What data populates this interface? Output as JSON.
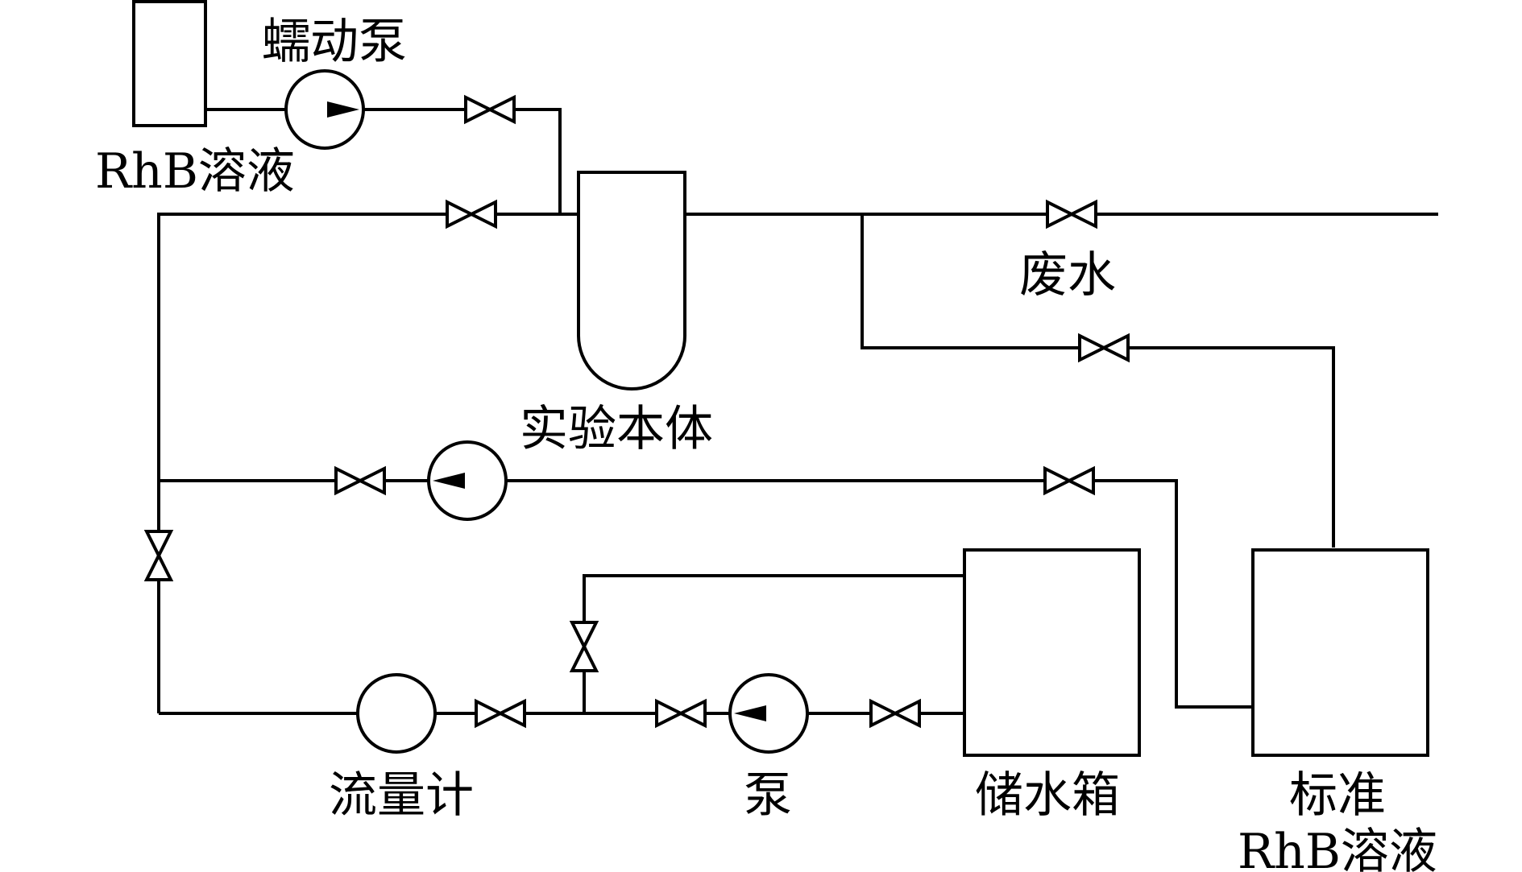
{
  "labels": {
    "peristaltic_pump": "蠕动泵",
    "rhb_solution": "RhB溶液",
    "test_body": "实验本体",
    "waste_water": "废水",
    "flowmeter": "流量计",
    "pump": "泵",
    "water_tank": "储水箱",
    "standard": "标准",
    "standard_rhb_solution": "RhB溶液"
  },
  "colors": {
    "stroke": "#000000",
    "background": "#ffffff"
  }
}
